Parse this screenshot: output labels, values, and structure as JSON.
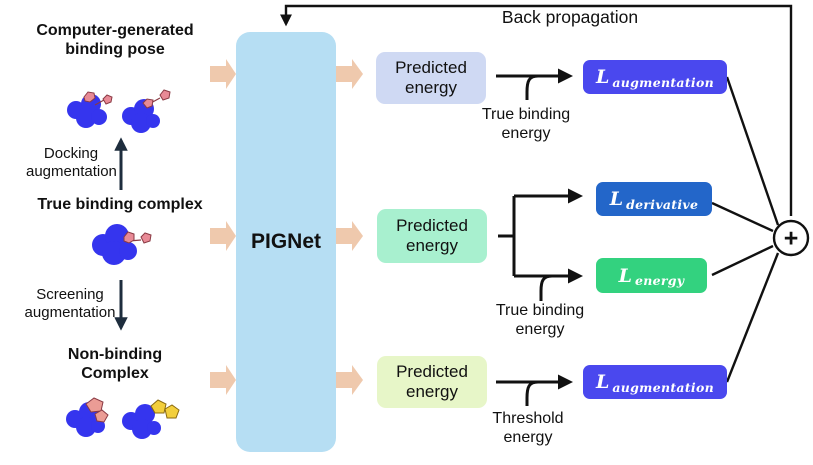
{
  "title": "Back propagation",
  "left": {
    "top_heading": "Computer-generated binding pose",
    "docking": "Docking augmentation",
    "middle_heading": "True binding complex",
    "screening": "Screening augmentation",
    "bottom_heading": "Non-binding Complex"
  },
  "center": {
    "label": "PIGNet"
  },
  "rows": {
    "top": {
      "predicted": "Predicted energy",
      "target": "True binding energy"
    },
    "middle": {
      "predicted": "Predicted energy",
      "target": "True binding energy"
    },
    "bottom": {
      "predicted": "Predicted energy",
      "target": "Threshold energy"
    }
  },
  "losses": {
    "top": {
      "symbol": "L",
      "subscript": "augmentation"
    },
    "derivative": {
      "symbol": "L",
      "subscript": "derivative"
    },
    "energy": {
      "symbol": "L",
      "subscript": "energy"
    },
    "bottom": {
      "symbol": "L",
      "subscript": "augmentation"
    }
  },
  "sum_symbol": "+",
  "colors": {
    "pignet": "#b6def3",
    "pred_top": "#cfd9f3",
    "pred_mid": "#a8f0cf",
    "pred_bottom": "#e7f6c8",
    "loss_aug": "#4a48ee",
    "loss_deriv": "#2366c9",
    "loss_energy": "#33d27f",
    "flow_arrow": "#efc9ad",
    "protein": "#3535ee",
    "ligand_pink": "#e88a96",
    "ligand_yellow": "#f3cf3c"
  }
}
